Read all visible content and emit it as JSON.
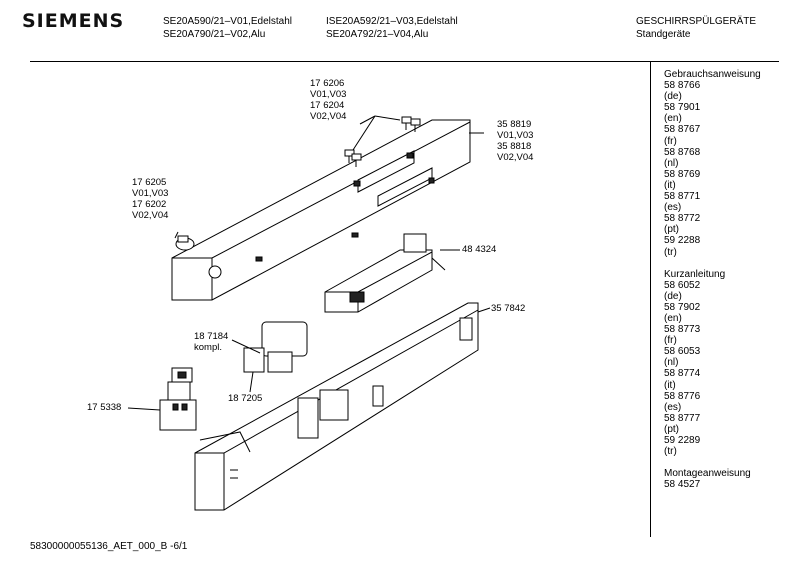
{
  "header": {
    "brand": "SIEMENS",
    "models_col1": [
      "SE20A590/21–V01,Edelstahl",
      "SE20A790/21–V02,Alu"
    ],
    "models_col2": [
      "ISE20A592/21–V03,Edelstahl",
      "SE20A792/21–V04,Alu"
    ],
    "category": [
      "GESCHIRRSPÜLGERÄTE",
      "Standgeräte"
    ]
  },
  "part_labels": {
    "p1": [
      "17 6206",
      "V01,V03",
      "17 6204",
      "V02,V04"
    ],
    "p2": [
      "35 8819",
      "V01,V03",
      "35 8818",
      "V02,V04"
    ],
    "p3": [
      "17 6205",
      "V01,V03",
      "17 6202",
      "V02,V04"
    ],
    "p4": [
      "48 4324"
    ],
    "p5": [
      "35 7842"
    ],
    "p6": [
      "18 7184",
      "kompl."
    ],
    "p7": [
      "18 7205"
    ],
    "p8": [
      "17 5338"
    ]
  },
  "sidebar": {
    "groups": [
      {
        "title": "Gebrauchsanweisung",
        "items": [
          "58 8766",
          "(de)",
          "58 7901",
          "(en)",
          "58 8767",
          "(fr)",
          "58 8768",
          "(nl)",
          "58 8769",
          "(it)",
          "58 8771",
          "(es)",
          "58 8772",
          "(pt)",
          "59 2288",
          "(tr)"
        ]
      },
      {
        "title": "Kurzanleitung",
        "items": [
          "58 6052",
          "(de)",
          "58 7902",
          "(en)",
          "58 8773",
          "(fr)",
          "58 6053",
          "(nl)",
          "58 8774",
          "(it)",
          "58 8776",
          "(es)",
          "58 8777",
          "(pt)",
          "59 2289",
          "(tr)"
        ]
      },
      {
        "title": "Montageanweisung",
        "items": [
          "58 4527"
        ]
      }
    ]
  },
  "footer": {
    "code": "58300000055136_AET_000_B -6/1"
  }
}
